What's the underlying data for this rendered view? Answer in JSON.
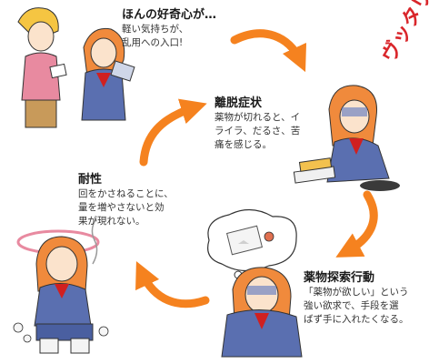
{
  "stages": [
    {
      "id": "curiosity",
      "title": "ほんの好奇心が…",
      "lines": [
        "軽い気持ちが、",
        "乱用への入口!"
      ]
    },
    {
      "id": "withdrawal",
      "title": "離脱症状",
      "lines": [
        "薬物が切れると、イ",
        "ライラ、だるさ、苦",
        "痛を感じる。"
      ]
    },
    {
      "id": "seeking",
      "title": "薬物探索行動",
      "lines": [
        "「薬物が欲しい」という",
        "強い欲求で、手段を選",
        "ばず手に入れたくなる。"
      ]
    },
    {
      "id": "tolerance",
      "title": "耐性",
      "lines": [
        "回をかさねることに、",
        "量を増やさないと効",
        "果が現れない。"
      ]
    }
  ],
  "sfx": "ヴッタリ",
  "colors": {
    "arrow": "#f5821f",
    "arrow_dark": "#e06a10",
    "hair": "#f08a3c",
    "uniform": "#5a6fb0",
    "skin": "#fbe3cc"
  }
}
